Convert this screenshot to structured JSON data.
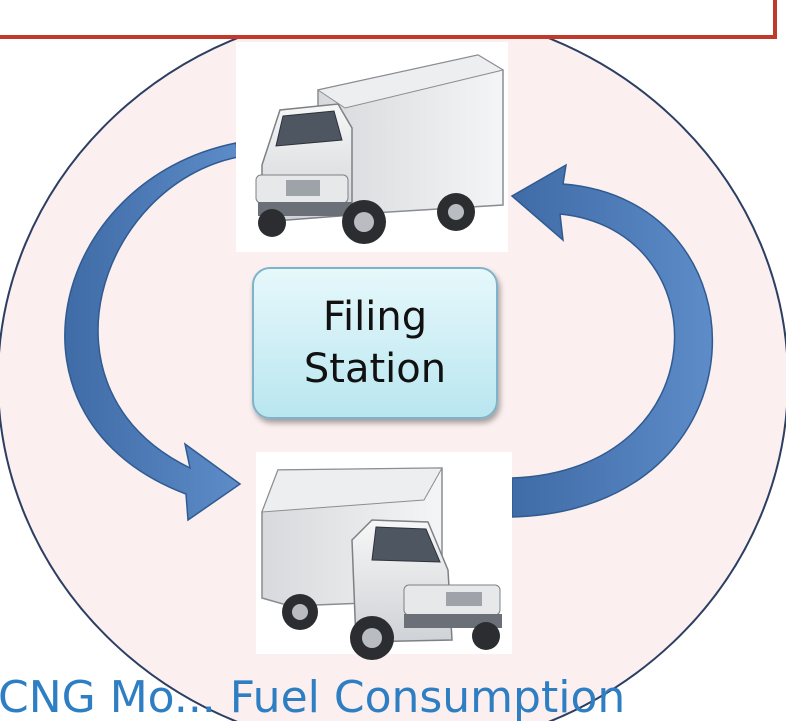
{
  "station": {
    "line1": "Filing",
    "line2": "Station"
  },
  "caption": "CNG Mo... Fuel Consumption",
  "colors": {
    "circle_fill": "#fbefef",
    "circle_stroke": "#2c3f63",
    "arrow": "#4a78b4",
    "banner_border": "#c0392b",
    "caption_text": "#2e7ec3"
  },
  "icons": {
    "top_vehicle": "truck-icon",
    "bottom_vehicle": "truck-icon"
  }
}
